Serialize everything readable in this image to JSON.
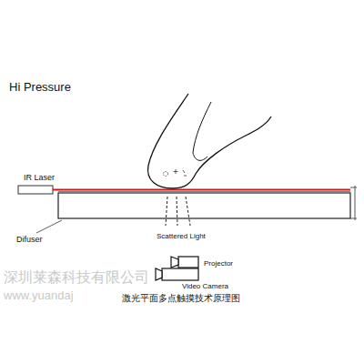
{
  "diagram": {
    "title": "Hi Pressure",
    "caption": "激光平面多点触摸技术原理图",
    "labels": [
      "IR Laser",
      "Difuser",
      "Scattered Light",
      "Projector",
      "Video Camera",
      "深圳莱森科技有限公司",
      "www.yuandaj"
    ]
  }
}
